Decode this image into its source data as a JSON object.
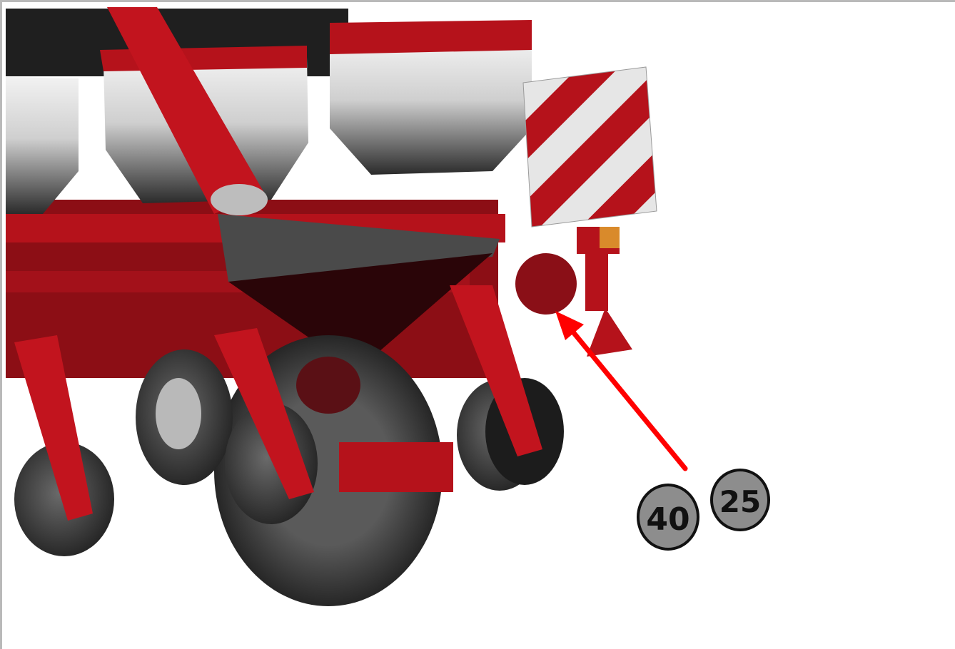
{
  "diagram": {
    "subject": "seed-drill-rear-view",
    "speed_signs": [
      {
        "label": "40"
      },
      {
        "label": "25"
      }
    ],
    "colors": {
      "machine_red": "#b5121b",
      "dark_red": "#6e0a10",
      "hopper_grey": "#3a3a3a",
      "tyre_black": "#2e2e2e",
      "arrow_red": "#ff0000",
      "sign_grey": "#8d8d8d",
      "reflector_white": "#e6e6e6"
    }
  }
}
